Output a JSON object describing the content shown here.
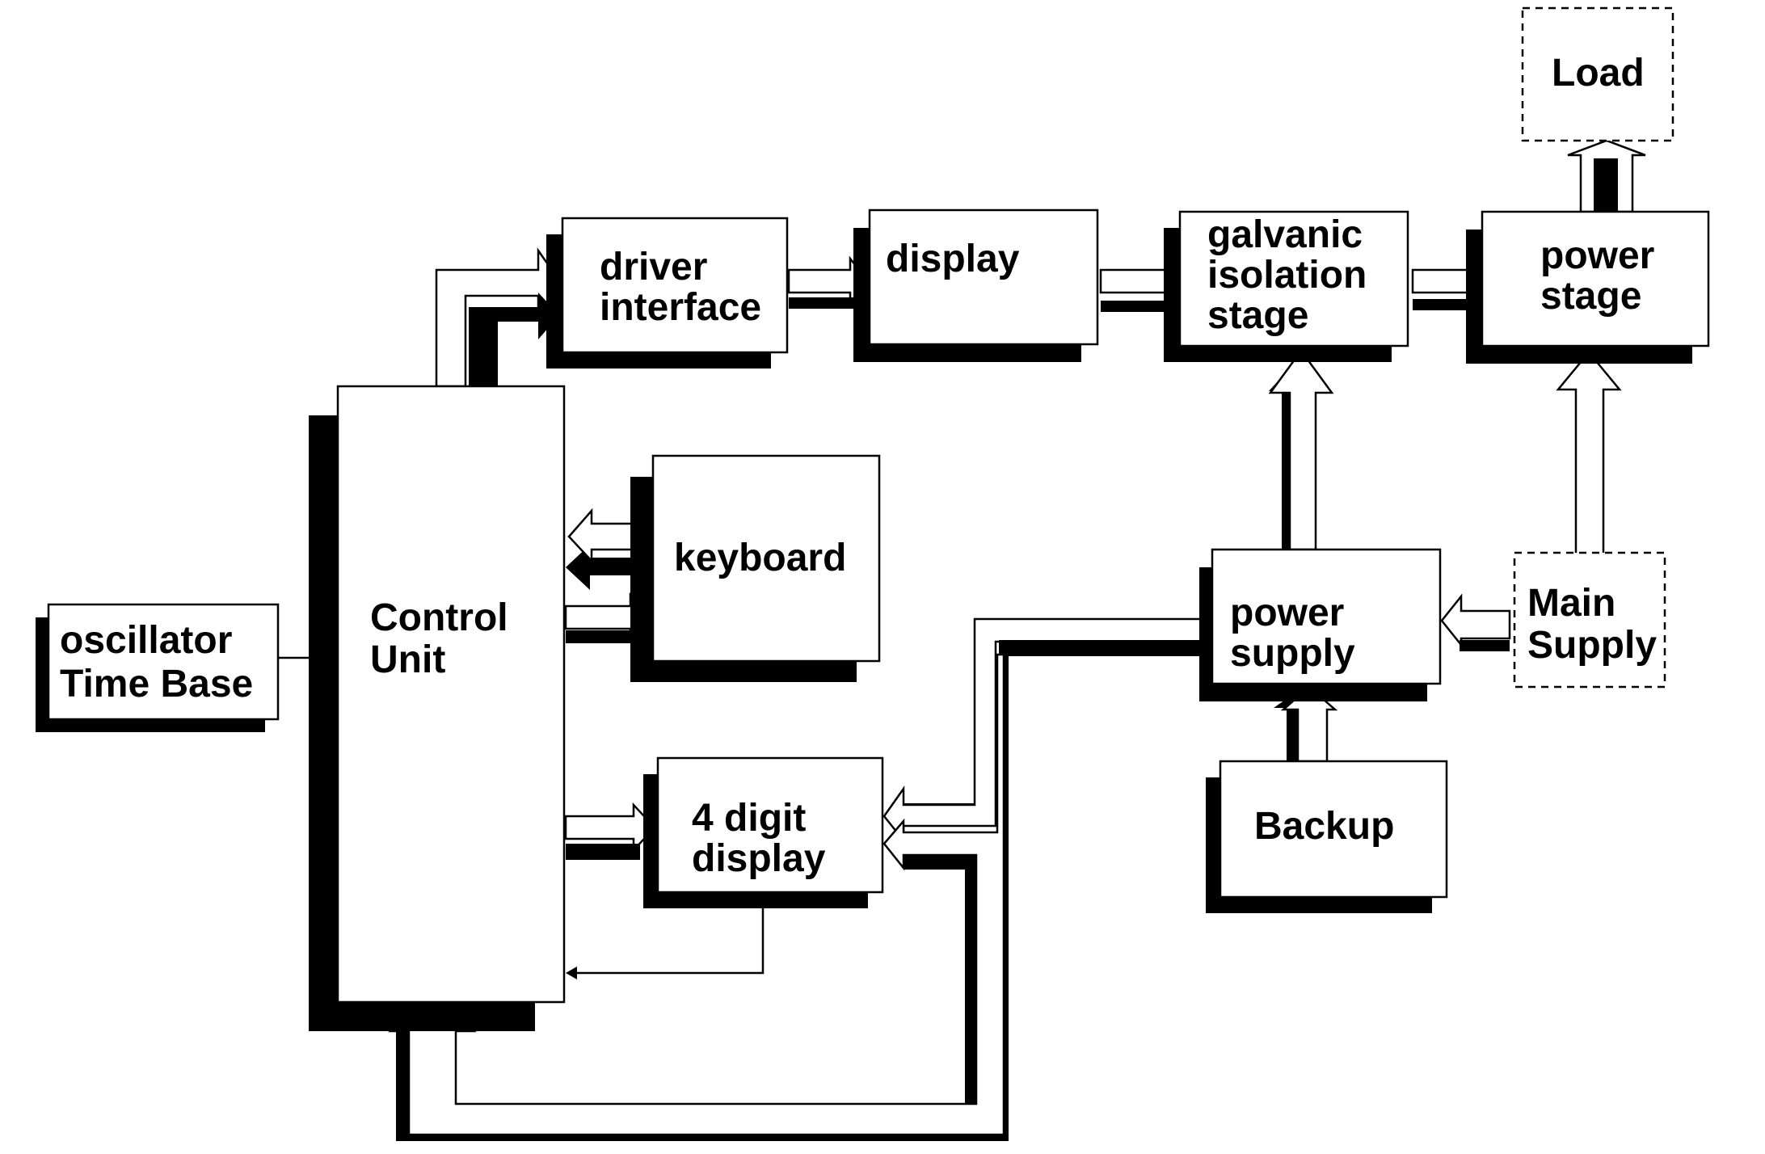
{
  "diagram": {
    "blocks": {
      "oscillator": [
        "oscillator",
        "Time Base"
      ],
      "control_unit": [
        "Control",
        "Unit"
      ],
      "driver_interface": [
        "driver",
        "interface"
      ],
      "display": [
        "display"
      ],
      "galvanic": [
        "galvanic",
        "isolation",
        "stage"
      ],
      "power_stage": [
        "power",
        "stage"
      ],
      "load": [
        "Load"
      ],
      "keyboard": [
        "keyboard"
      ],
      "digit_display": [
        "4 digit",
        "display"
      ],
      "power_supply": [
        "power",
        "supply"
      ],
      "main_supply": [
        "Main",
        "Supply"
      ],
      "backup": [
        "Backup"
      ]
    }
  }
}
